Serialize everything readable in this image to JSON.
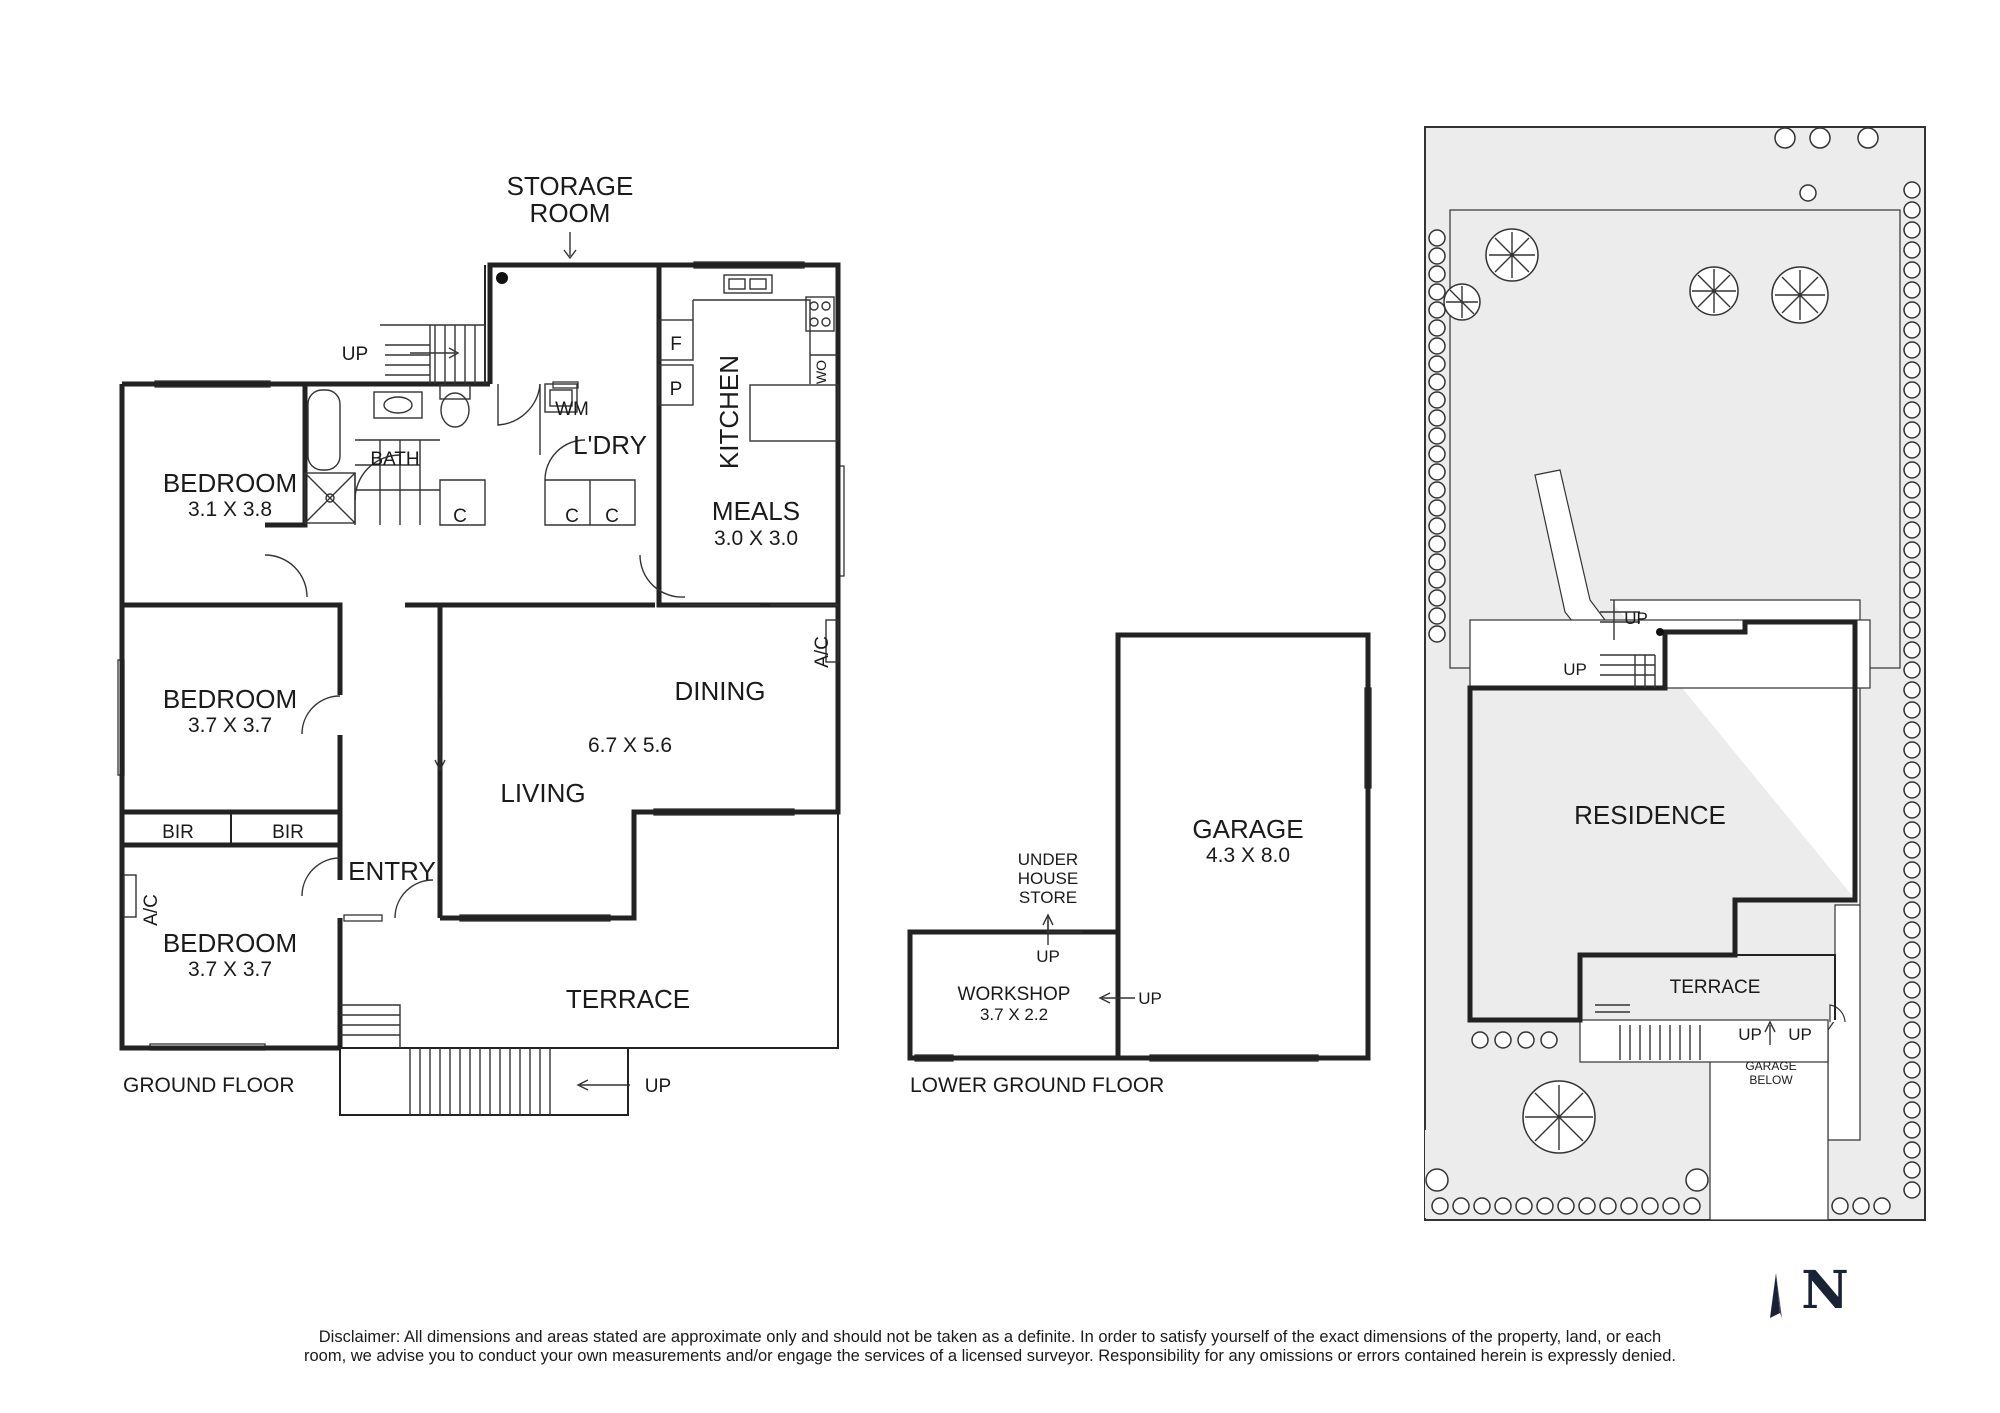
{
  "ground_floor": {
    "caption": "GROUND FLOOR",
    "storage_room": [
      "STORAGE",
      "ROOM"
    ],
    "up_stair": "UP",
    "bath": "BATH",
    "wm": "WM",
    "laundry": "L'DRY",
    "cupboard": "C",
    "fridge": "F",
    "pantry": "P",
    "wall_oven": "WO",
    "kitchen": "KITCHEN",
    "bedroom1": {
      "name": "BEDROOM",
      "size": "3.1 X 3.8"
    },
    "bedroom2": {
      "name": "BEDROOM",
      "size": "3.7 X 3.7"
    },
    "bedroom3": {
      "name": "BEDROOM",
      "size": "3.7 X 3.7"
    },
    "meals": {
      "name": "MEALS",
      "size": "3.0 X 3.0"
    },
    "dining": "DINING",
    "living": "LIVING",
    "living_size": "6.7 X 5.6",
    "ac": "A/C",
    "bir": "BIR",
    "entry": "ENTRY",
    "terrace": "TERRACE",
    "terrace_up": "UP"
  },
  "lower_ground": {
    "caption": "LOWER GROUND FLOOR",
    "under_house_store": [
      "UNDER",
      "HOUSE",
      "STORE"
    ],
    "up": "UP",
    "workshop": {
      "name": "WORKSHOP",
      "size": "3.7 X 2.2"
    },
    "garage": {
      "name": "GARAGE",
      "size": "4.3 X 8.0"
    }
  },
  "site_plan": {
    "residence": "RESIDENCE",
    "terrace": "TERRACE",
    "up": "UP",
    "garage_below": [
      "GARAGE",
      "BELOW"
    ]
  },
  "north_label": "N",
  "disclaimer": "Disclaimer: All dimensions and areas stated are approximate only and should not be taken as a definite. In order to satisfy yourself of the exact dimensions of the property, land, or each room, we advise you to conduct your own measurements and/or engage the services of a licensed surveyor. Responsibility for any omissions or errors contained herein is expressly denied.",
  "colors": {
    "wall": "#222222",
    "site_fill": "#ececec",
    "text": "#1a1a1a",
    "compass": "#1a2236"
  }
}
